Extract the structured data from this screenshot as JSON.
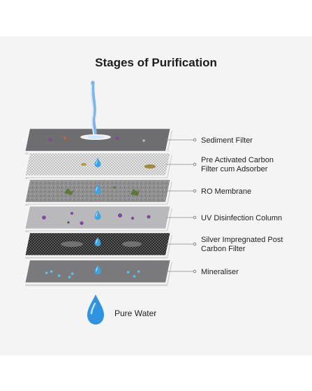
{
  "title": "Stages of Purification",
  "stages": [
    {
      "id": "sediment",
      "lines": [
        "Sediment Filter"
      ],
      "pattern": "plain",
      "color": "#6e6e70"
    },
    {
      "id": "carbon-pre",
      "lines": [
        "Pre Activated Carbon",
        "Filter cum Adsorber"
      ],
      "pattern": "mesh-light",
      "color": "#dcdcdc"
    },
    {
      "id": "ro",
      "lines": [
        "RO Membrane"
      ],
      "pattern": "granular",
      "color": "#8e8e8e"
    },
    {
      "id": "uv",
      "lines": [
        "UV Disinfection Column"
      ],
      "pattern": "plain-light",
      "color": "#b9b9bb"
    },
    {
      "id": "silver",
      "lines": [
        "Silver Impregnated Post",
        "Carbon Filter"
      ],
      "pattern": "mesh-dark",
      "color": "#2e2e2e"
    },
    {
      "id": "mineraliser",
      "lines": [
        "Mineraliser"
      ],
      "pattern": "plain",
      "color": "#7a7a7c"
    }
  ],
  "result_label": "Pure Water",
  "colors": {
    "water": "#3aa4e8",
    "water_dark": "#1f7fcf",
    "leader": "#888888",
    "particle_purple": "#7b4aa0",
    "particle_green": "#5d7a3a",
    "particle_blue": "#5cc6e6"
  },
  "icons": [
    "water-stream-icon",
    "water-drop-icon"
  ]
}
